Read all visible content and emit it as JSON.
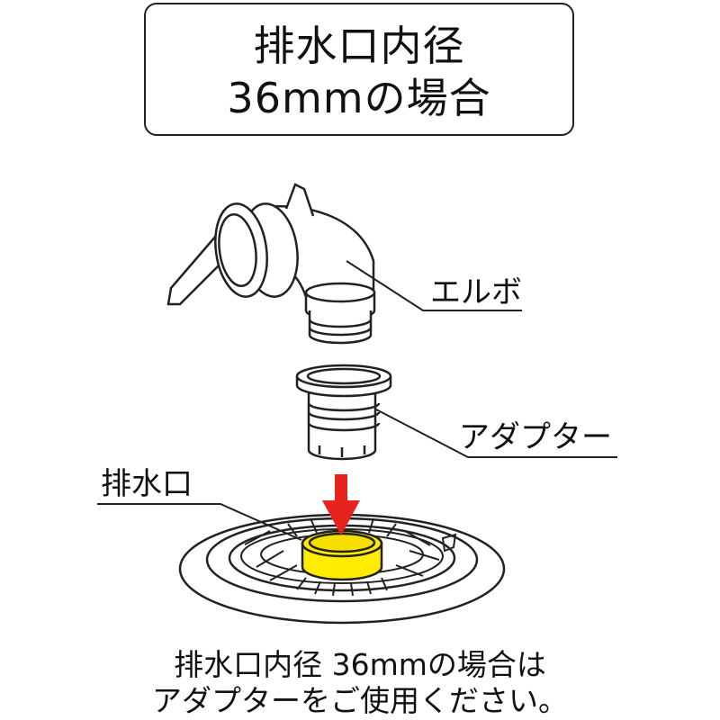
{
  "title": {
    "line1": "排水口内径",
    "line2": "36mmの場合"
  },
  "labels": {
    "elbow": "エルボ",
    "adapter": "アダプター",
    "drain": "排水口"
  },
  "caption": {
    "line1": "排水口内径 36mmの場合は",
    "line2": "アダプターをご使用ください。"
  },
  "colors": {
    "arrow": "#e8231e",
    "highlight": "#ffec00",
    "line": "#222222"
  }
}
